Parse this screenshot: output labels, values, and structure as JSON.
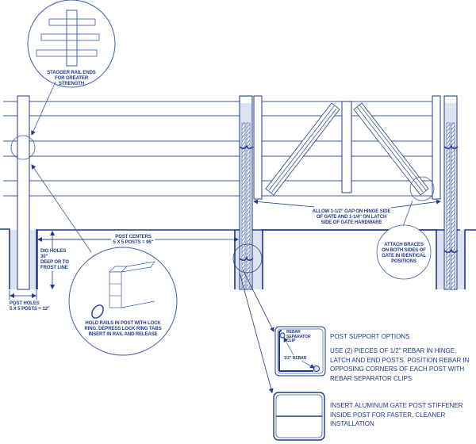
{
  "diagram": {
    "type": "vinyl fence and gate installation detail",
    "colors": {
      "line": "#1f3a8a",
      "thin_line": "#3b5bab",
      "fill_light": "#dde3f0",
      "fill_medium": "#c5cde3",
      "background": "#ffffff"
    }
  },
  "callouts": {
    "stagger_rail": "STAGGER RAIL ENDS FOR GREATER STRENGTH",
    "lock_ring": "HOLD RAILS IN POST WITH LOCK RING. DEPRESS LOCK RING TABS INSERT IN RAIL AND RELEASE",
    "gate_gap": "ALLOW 1-1/2\" GAP ON HINGE SIDE OF GATE AND 1-1/4\" ON LATCH SIDE OF GATE HARDWARE",
    "attach_braces": "ATTACH BRACES ON BOTH SIDES OF GATE IN IDENTICAL POSITIONS"
  },
  "dimensions": {
    "post_centers_line1": "POST CENTERS",
    "post_centers_line2": "5 x 5 POSTS = 96\"",
    "dig_holes_line1": "DIG HOLES 30\"",
    "dig_holes_line2": "DEEP OR TO",
    "dig_holes_line3": "FROST LINE",
    "post_holes_line1": "POST HOLES",
    "post_holes_line2": "5 x 5 POSTS = 12\""
  },
  "post_support": {
    "title": "POST SUPPORT OPTIONS",
    "inset_clip_label": "REBAR SEPARATOR CLIP",
    "inset_rebar_label": "1/2\" REBAR",
    "rebar_instructions": "USE (2) PIECES OF 1/2\" REBAR IN HINGE, LATCH AND END POSTS. POSITION REBAR IN OPPOSING CORNERS OF EACH POST WITH REBAR SEPARATOR CLIPS",
    "stiffener_line1": "INSERT ALUMINUM GATE POST STIFFENER",
    "stiffener_line2": "INSIDE POST FOR FASTER, CLEANER INSTALLATION"
  }
}
